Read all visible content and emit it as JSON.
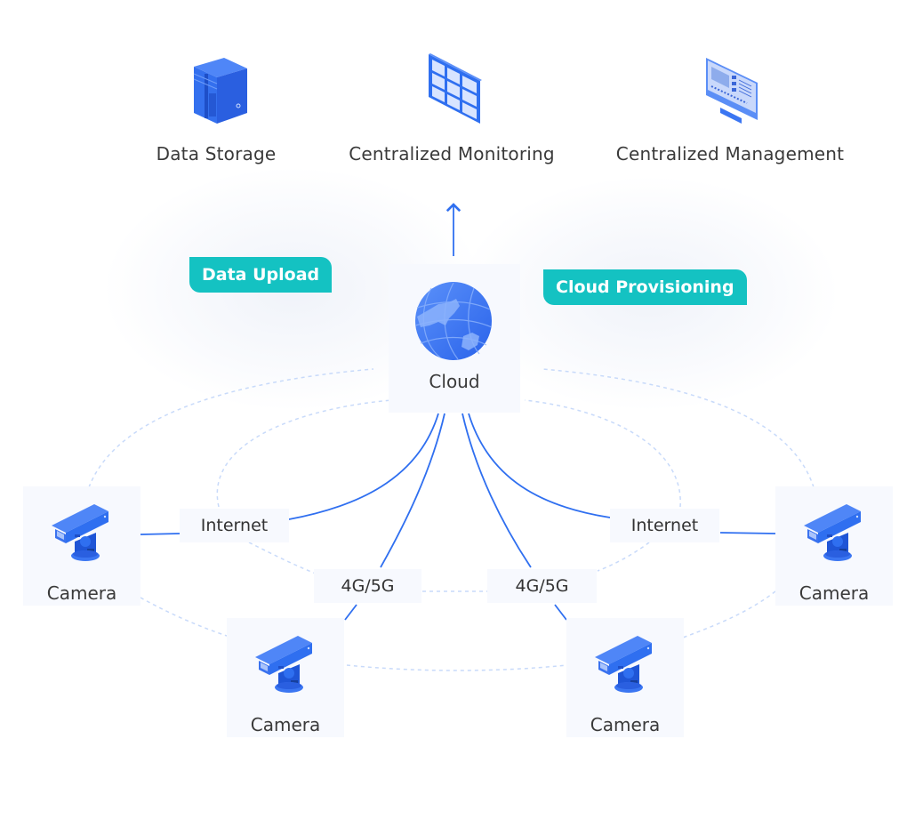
{
  "top_services": [
    {
      "id": "data-storage",
      "label": "Data Storage",
      "icon": "server-cabinet-icon"
    },
    {
      "id": "centralized-monitoring",
      "label": "Centralized Monitoring",
      "icon": "video-wall-icon"
    },
    {
      "id": "centralized-management",
      "label": "Centralized Management",
      "icon": "monitor-icon"
    }
  ],
  "tags": {
    "data_upload": "Data Upload",
    "cloud_provisioning": "Cloud Provisioning"
  },
  "cloud": {
    "label": "Cloud",
    "icon": "globe-icon"
  },
  "connections": {
    "internet_left": "Internet",
    "internet_right": "Internet",
    "cellular_left": "4G/5G",
    "cellular_right": "4G/5G"
  },
  "cameras": [
    {
      "id": "camera-left",
      "label": "Camera"
    },
    {
      "id": "camera-bottom-left",
      "label": "Camera"
    },
    {
      "id": "camera-bottom-right",
      "label": "Camera"
    },
    {
      "id": "camera-right",
      "label": "Camera"
    }
  ],
  "colors": {
    "accent_blue": "#2f6ff0",
    "tag_teal": "#14c2c2",
    "dashed_line": "#bcd2f7",
    "node_bg": "#f7f9fe"
  }
}
